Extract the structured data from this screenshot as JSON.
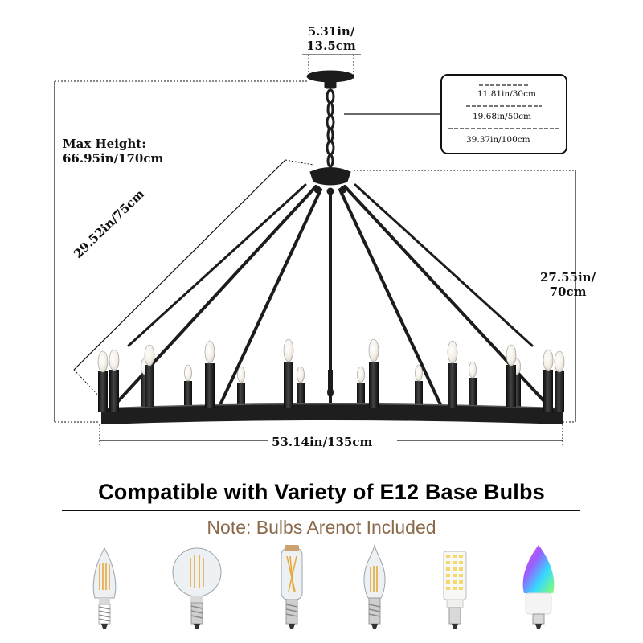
{
  "dimensions": {
    "canopy_width": [
      "5.31in/",
      "13.5cm"
    ],
    "max_height": [
      "Max Height:",
      "66.95in/170cm"
    ],
    "arm_length": "29.52in/75cm",
    "body_height": [
      "27.55in/",
      "70cm"
    ],
    "diameter": "53.14in/135cm"
  },
  "chains": [
    {
      "label": "11.81in/30cm"
    },
    {
      "label": "19.68in/50cm"
    },
    {
      "label": "39.37in/100cm"
    }
  ],
  "headline": "Compatible with Variety of E12 Base Bulbs",
  "note": "Note: Bulbs Arenot Included",
  "bulbs": [
    {
      "icon": "candle-filament-bulb-icon"
    },
    {
      "icon": "globe-filament-bulb-icon"
    },
    {
      "icon": "tubular-filament-bulb-icon"
    },
    {
      "icon": "flame-tip-filament-bulb-icon"
    },
    {
      "icon": "led-corn-bulb-icon"
    },
    {
      "icon": "rgb-smart-candle-bulb-icon"
    }
  ],
  "colors": {
    "metal": "#1c1c1c",
    "note_text": "#8a6a4a",
    "glass": "#e9eef2",
    "filament": "#f0b23a"
  }
}
